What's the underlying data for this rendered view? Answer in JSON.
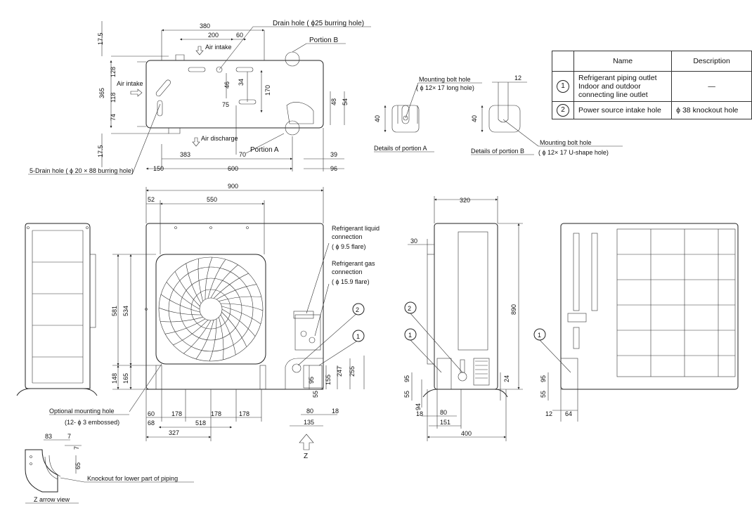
{
  "table": {
    "headers": [
      "",
      "Name",
      "Description"
    ],
    "rows": [
      {
        "num": "1",
        "name": "Refrigerant piping outlet\nIndoor and outdoor\nconnecting line outlet",
        "desc": "—"
      },
      {
        "num": "2",
        "name": "Power source intake hole",
        "desc": "ϕ 38 knockout hole"
      }
    ]
  },
  "labels": {
    "drain_hole": "Drain hole ( ϕ25 burring hole)",
    "portion_b": "Portion B",
    "portion_a": "Portion A",
    "air_intake_top": "Air intake",
    "air_intake_left": "Air intake",
    "air_discharge": "Air discharge",
    "drain5": "5-Drain hole ( ϕ 20 × 88 burring hole)",
    "mount_bolt_a_1": "Mounting bolt hole",
    "mount_bolt_a_2": "( ϕ 12× 17 long hole)",
    "details_a": "Details of portion A",
    "details_b": "Details of portion B",
    "mount_bolt_b_1": "Mounting bolt hole",
    "mount_bolt_b_2": "( ϕ 12× 17 U-shape hole)",
    "liquid_1": "Refrigerant liquid",
    "liquid_2": "connection",
    "liquid_3": "( ϕ 9.5 flare)",
    "gas_1": "Refrigerant gas",
    "gas_2": "connection",
    "gas_3": "( ϕ 15.9 flare)",
    "opt_mount_1": "Optional mounting hole",
    "opt_mount_2": "(12- ϕ 3 embossed)",
    "knockout": "Knockout for lower part of piping",
    "z_arrow": "Z arrow view",
    "z": "Z"
  },
  "dims": {
    "top": {
      "d380": "380",
      "d200": "200",
      "d60": "60",
      "d17a": "17.5",
      "d128": "128",
      "d365": "365",
      "d118": "118",
      "d74": "74",
      "d17b": "17.5",
      "d46": "46",
      "d34": "34",
      "d170": "170",
      "d75": "75",
      "d48": "48",
      "d54": "54",
      "d383": "383",
      "d70": "70",
      "d39": "39",
      "d150": "150",
      "d600": "600",
      "d96": "96"
    },
    "detail": {
      "a40": "40",
      "b40": "40",
      "b12": "12"
    },
    "front": {
      "d900": "900",
      "d52": "52",
      "d550": "550",
      "d581": "581",
      "d534": "534",
      "d148": "148",
      "d165": "165",
      "d60": "60",
      "d68": "68",
      "d178a": "178",
      "d178b": "178",
      "d178c": "178",
      "d518": "518",
      "d327": "327",
      "d95": "95",
      "d155": "155",
      "d247": "247",
      "d255": "255",
      "d55": "55",
      "d80": "80",
      "d18": "18",
      "d135": "135"
    },
    "side": {
      "d320": "320",
      "d30": "30",
      "d890": "890",
      "d24": "24",
      "d95": "95",
      "d55": "55",
      "d94": "94",
      "d18": "18",
      "d80": "80",
      "d151": "151",
      "d400": "400"
    },
    "rear": {
      "d95": "95",
      "d55": "55",
      "d12": "12",
      "d64": "64"
    },
    "z": {
      "d83": "83",
      "d7a": "7",
      "d7b": "7",
      "d65": "65"
    }
  },
  "callouts": {
    "c1": "1",
    "c2": "2"
  }
}
